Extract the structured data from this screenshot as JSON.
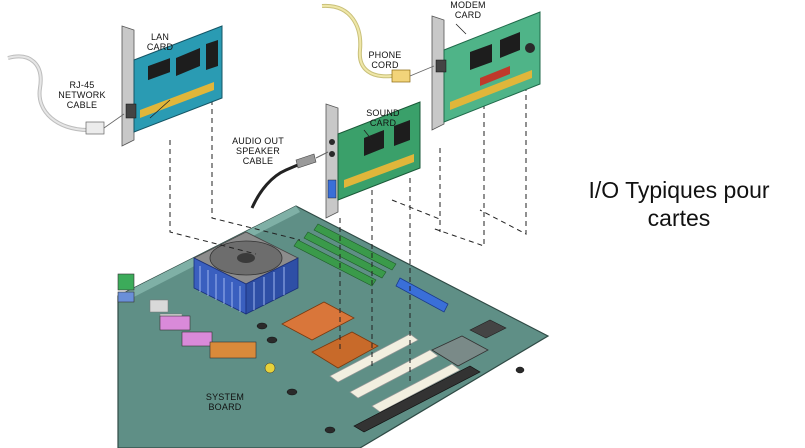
{
  "title": "I/O Typiques pour\ncartes",
  "labels": {
    "lan_card": "LAN\nCARD",
    "rj45_cable": "RJ-45\nNETWORK\nCABLE",
    "modem_card": "MODEM\nCARD",
    "phone_cord": "PHONE\nCORD",
    "sound_card": "SOUND\nCARD",
    "audio_cable": "AUDIO OUT\nSPEAKER\nCABLE",
    "system_board": "SYSTEM\nBOARD"
  },
  "colors": {
    "lan_card_pcb": "#2a9bb3",
    "sound_card_pcb": "#3aa06a",
    "modem_card_pcb": "#4fb488",
    "heatsink": "#3a5fbf",
    "motherboard": "#5f8f86",
    "bracket": "#c8c8c8"
  },
  "icons": [
    "lan-card-icon",
    "modem-card-icon",
    "sound-card-icon",
    "motherboard-icon",
    "heatsink-icon",
    "rj45-cable-icon",
    "phone-cord-icon",
    "audio-cable-icon"
  ]
}
